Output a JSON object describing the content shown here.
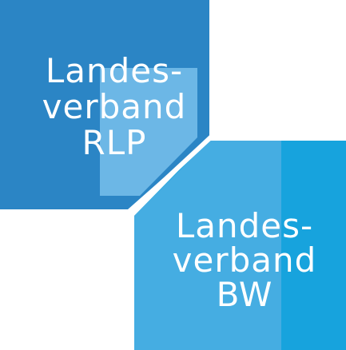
{
  "logo": {
    "colors": {
      "dark_blue": "#2b85c5",
      "light_blue": "#17a3dd",
      "pale_blue": "#6cb7e6",
      "background": "#ffffff",
      "text": "#ffffff"
    },
    "rlp": {
      "line1": "Landes-",
      "line2": "verband",
      "line3": "RLP"
    },
    "bw": {
      "line1": "Landes-",
      "line2": "verband",
      "line3": "BW"
    }
  }
}
